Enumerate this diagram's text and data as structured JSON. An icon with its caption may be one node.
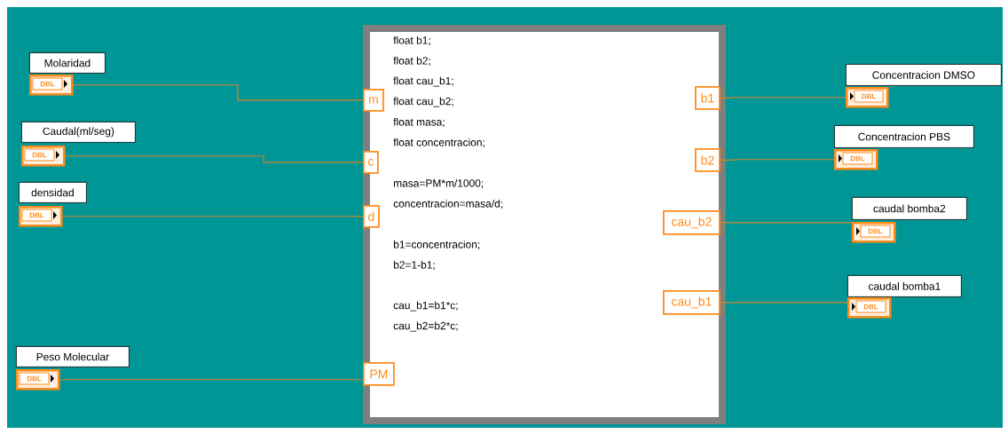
{
  "diagram": {
    "nodes": [
      {
        "text": [
          "Molaridad",
          "DBL"
        ]
      },
      {
        "text": [
          "Caudal(ml/seg)",
          "DBL"
        ]
      },
      {
        "text": [
          "densidad",
          "DBL"
        ]
      },
      {
        "text": [
          "Peso Molecular",
          "DBL"
        ]
      },
      {
        "text": [
          "float b1;",
          "float b2;",
          "float cau_b1;",
          "float cau_b2;",
          "float masa;",
          "float concentracion;",
          "masa=PM*m/1000;",
          "concentracion=masa/d;",
          "b1=concentracion;",
          "b2=1-b1;",
          "cau_b1=b1*c;",
          "cau_b2=b2*c;"
        ]
      },
      {
        "text": [
          "m"
        ],
        "in": 4
      },
      {
        "text": [
          "c"
        ],
        "in": 4
      },
      {
        "text": [
          "d"
        ],
        "in": 4
      },
      {
        "text": [
          "PM"
        ],
        "in": 4
      },
      {
        "text": [
          "b1"
        ],
        "in": 4
      },
      {
        "text": [
          "b2"
        ],
        "in": 4
      },
      {
        "text": [
          "cau_b2"
        ],
        "in": 4
      },
      {
        "text": [
          "cau_b1"
        ],
        "in": 4
      },
      {
        "text": [
          "Concentracion DMSO",
          "DBL"
        ]
      },
      {
        "text": [
          "Concentracion PBS",
          "DBL"
        ]
      },
      {
        "text": [
          "caudal bomba2",
          "DBL"
        ]
      },
      {
        "text": [
          "caudal bomba1",
          "DBL"
        ]
      }
    ],
    "edges": [
      {
        "from": 0,
        "to": 5,
        "arrow": "none"
      },
      {
        "from": 1,
        "to": 6,
        "arrow": "none"
      },
      {
        "from": 2,
        "to": 7,
        "arrow": "none"
      },
      {
        "from": 3,
        "to": 8,
        "arrow": "none"
      },
      {
        "from": 9,
        "to": 13,
        "arrow": "none"
      },
      {
        "from": 10,
        "to": 14,
        "arrow": "none"
      },
      {
        "from": 11,
        "to": 15,
        "arrow": "none"
      },
      {
        "from": 12,
        "to": 16,
        "arrow": "none"
      }
    ]
  }
}
